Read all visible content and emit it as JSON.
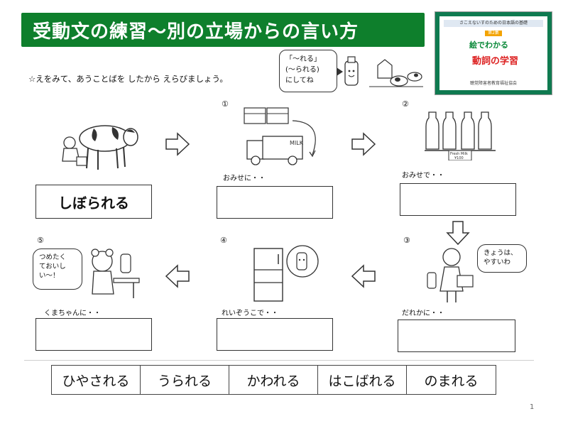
{
  "title": "受動文の練習～別の立場からの言い方",
  "book_cover": {
    "top_text": "さこえないすのための日本語の基礎",
    "volume": "第2集",
    "line1": "絵でわかる",
    "line2": "動詞の学習",
    "footer": "聴覚障害者教育福祉協会"
  },
  "instruction": "☆えをみて、あうことばを したから えらびましょう。",
  "hint": {
    "line1": "「～れる」",
    "line2": "(～られる)",
    "line3": "にしてね"
  },
  "scenes": {
    "s0": {
      "answer": "しぼられる"
    },
    "s1": {
      "number": "①",
      "label": "おみせに・・",
      "answer": ""
    },
    "s2": {
      "number": "②",
      "label": "おみせで・・",
      "answer": ""
    },
    "s3": {
      "number": "③",
      "label": "だれかに・・",
      "answer": "",
      "bubble1": "きょうは、",
      "bubble2": "やすいわ"
    },
    "s4": {
      "number": "④",
      "label": "れいぞうこで・・",
      "answer": ""
    },
    "s5": {
      "number": "⑤",
      "label": "くまちゃんに・・",
      "answer": "",
      "bubble1": "つめたく",
      "bubble2": "ておいし",
      "bubble3": "い～！"
    }
  },
  "milk_label": "MILK",
  "price_tag1": "Fresh Milk",
  "price_tag2": "¥100",
  "word_bank": [
    "ひやされる",
    "うられる",
    "かわれる",
    "はこばれる",
    "のまれる"
  ],
  "page_number": "1"
}
